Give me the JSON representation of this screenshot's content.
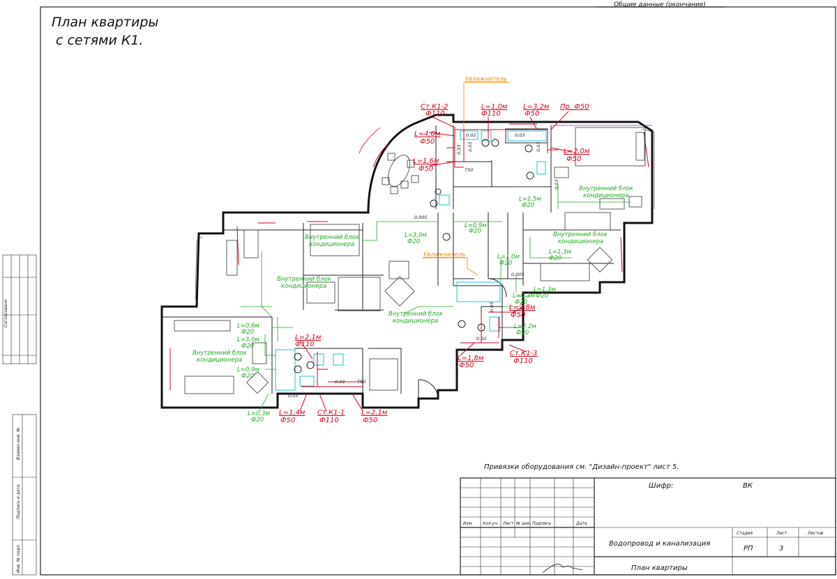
{
  "header": {
    "continuation": "Общие данные (окончание)"
  },
  "title": {
    "line1": "План квартиры",
    "line2": "с сетями К1."
  },
  "note": "Привязки оборудования см. \"Дизайн-проект\" лист 5.",
  "red_labels": [
    {
      "id": "st1-2",
      "top": "Ст.К1-2",
      "bottom": "Ф110"
    },
    {
      "id": "l10",
      "top": "L=1,0м",
      "bottom": "Ф110"
    },
    {
      "id": "l32",
      "top": "L=3,2м",
      "bottom": "Ф50"
    },
    {
      "id": "pr50",
      "top": "Пр. Ф50",
      "bottom": ""
    },
    {
      "id": "l40",
      "top": "L=4,0м",
      "bottom": "Ф50"
    },
    {
      "id": "l16",
      "top": "L=1,6м",
      "bottom": "Ф50"
    },
    {
      "id": "l20",
      "top": "L=2,0м",
      "bottom": "Ф50"
    },
    {
      "id": "l28",
      "top": "L=2,8м",
      "bottom": "Ф50"
    },
    {
      "id": "st1-3",
      "top": "Ст.К1-3",
      "bottom": "Ф110"
    },
    {
      "id": "l18",
      "top": "L=1,8м",
      "bottom": "Ф50"
    },
    {
      "id": "l21a",
      "top": "L=2,1м",
      "bottom": "Ф110"
    },
    {
      "id": "l14",
      "top": "L=1,4м",
      "bottom": "Ф50"
    },
    {
      "id": "st1-1",
      "top": "Ст.К1-1",
      "bottom": "Ф110"
    },
    {
      "id": "l21b",
      "top": "L=2,1м",
      "bottom": "Ф50"
    }
  ],
  "green_labels": [
    {
      "id": "g1",
      "top": "Внутренний блок",
      "bottom": "кондиционера"
    },
    {
      "id": "g2",
      "top": "Внутренний блок",
      "bottom": "кондиционера"
    },
    {
      "id": "g3",
      "top": "Внутренний блок",
      "bottom": "кондиционера"
    },
    {
      "id": "g4",
      "top": "Внутренний блок",
      "bottom": "кондиционера"
    },
    {
      "id": "g5",
      "top": "Внутренний блок",
      "bottom": "кондиционера"
    },
    {
      "id": "g6",
      "top": "Внутренний блок",
      "bottom": "кондиционера"
    }
  ],
  "green_lengths": [
    {
      "id": "gl15",
      "top": "L=1,5м",
      "bottom": "Ф20"
    },
    {
      "id": "gl30",
      "top": "L=3,0м",
      "bottom": "Ф20"
    },
    {
      "id": "gl09a",
      "top": "L=0,9м",
      "bottom": "Ф20"
    },
    {
      "id": "gl13a",
      "top": "L=1,3м",
      "bottom": "Ф20"
    },
    {
      "id": "gl10",
      "top": "L=1,0м",
      "bottom": "Ф20"
    },
    {
      "id": "gl13b",
      "top": "L=1,3м",
      "bottom": "Ф20"
    },
    {
      "id": "gl03a",
      "top": "L=0,3м",
      "bottom": "Ф20"
    },
    {
      "id": "gl22",
      "top": "L=2,2м",
      "bottom": "Ф20"
    },
    {
      "id": "gl06",
      "top": "L=0,6м",
      "bottom": "Ф20"
    },
    {
      "id": "gl30b",
      "top": "L=3,0м",
      "bottom": "Ф20"
    },
    {
      "id": "gl09b",
      "top": "L=0,9м",
      "bottom": "Ф20"
    },
    {
      "id": "gl03b",
      "top": "L=0,3м",
      "bottom": "Ф20"
    }
  ],
  "orange_labels": [
    {
      "id": "o1",
      "text": "Увлажнитель"
    },
    {
      "id": "o2",
      "text": "Увлажнитель"
    }
  ],
  "slopes": [
    "0,02",
    "0,03",
    "0,03",
    "0,03",
    "0,03",
    "0,005",
    "0,03",
    "0,005",
    "0,02",
    "0,03",
    "0,03",
    "0,03"
  ],
  "stamp": {
    "cipher_label": "Шифр:",
    "cipher_value": "ВК",
    "headers": [
      "Изм.",
      "Кол.уч.",
      "Лист",
      "№ док.",
      "Подпись",
      "Дата"
    ],
    "system": "Водопровод и канализация",
    "stage_label": "Стадия",
    "sheet_label": "Лист",
    "sheets_label": "Листов",
    "stage_value": "РП",
    "sheet_value": "3",
    "plan_title": "План квартиры"
  },
  "side": {
    "inv_orig": "Инв. № подл.",
    "sign_date": "Подпись и дата",
    "replace": "Взамен инв. №",
    "agreed": "Согласовано"
  }
}
